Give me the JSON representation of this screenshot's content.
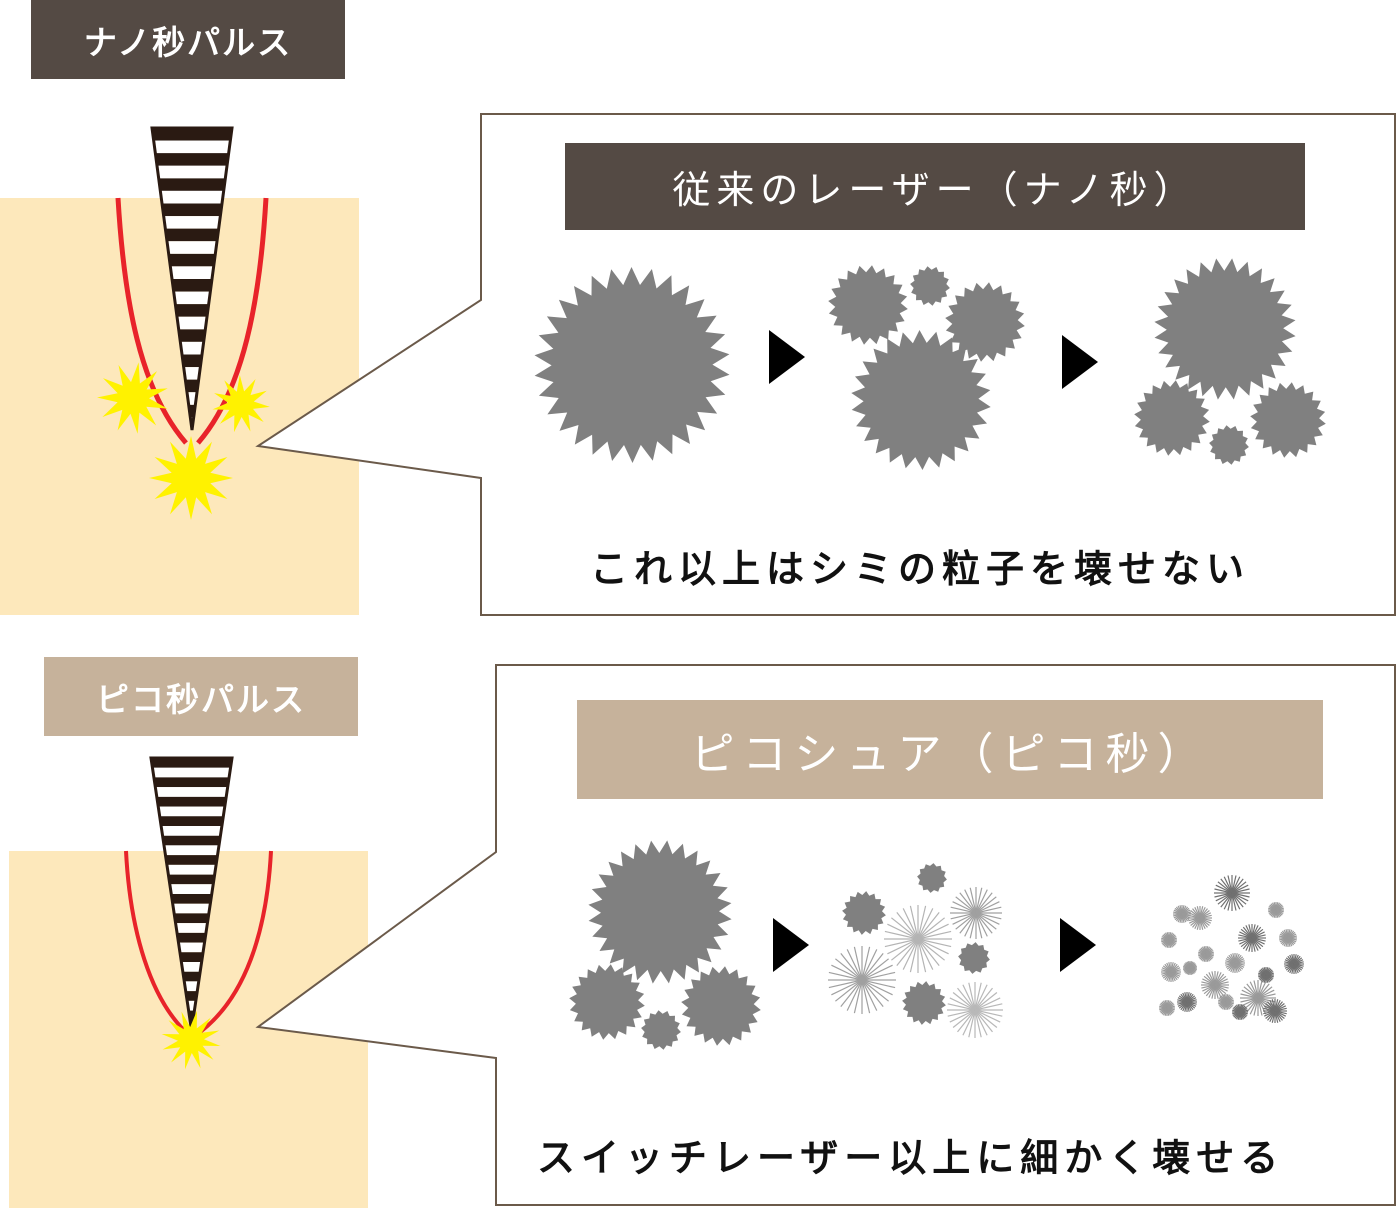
{
  "nano": {
    "label": "ナノ秒パルス",
    "title": "従来のレーザー（ナノ秒）",
    "caption": "これ以上はシミの粒子を壊せない"
  },
  "pico": {
    "label": "ピコ秒パルス",
    "title": "ピコシュア（ピコ秒）",
    "caption": "スイッチレーザー以上に細かく壊せる"
  },
  "colors": {
    "dark_brown": "#544a44",
    "light_brown": "#c6b29b",
    "skin": "#fde8bb",
    "spark": "#fff200",
    "red": "#e8232a",
    "particle": "#808080",
    "frame": "#6b5a4a"
  },
  "icons": [
    "laser-beam-icon",
    "spark-icon",
    "particle-icon",
    "arrow-right-icon"
  ]
}
